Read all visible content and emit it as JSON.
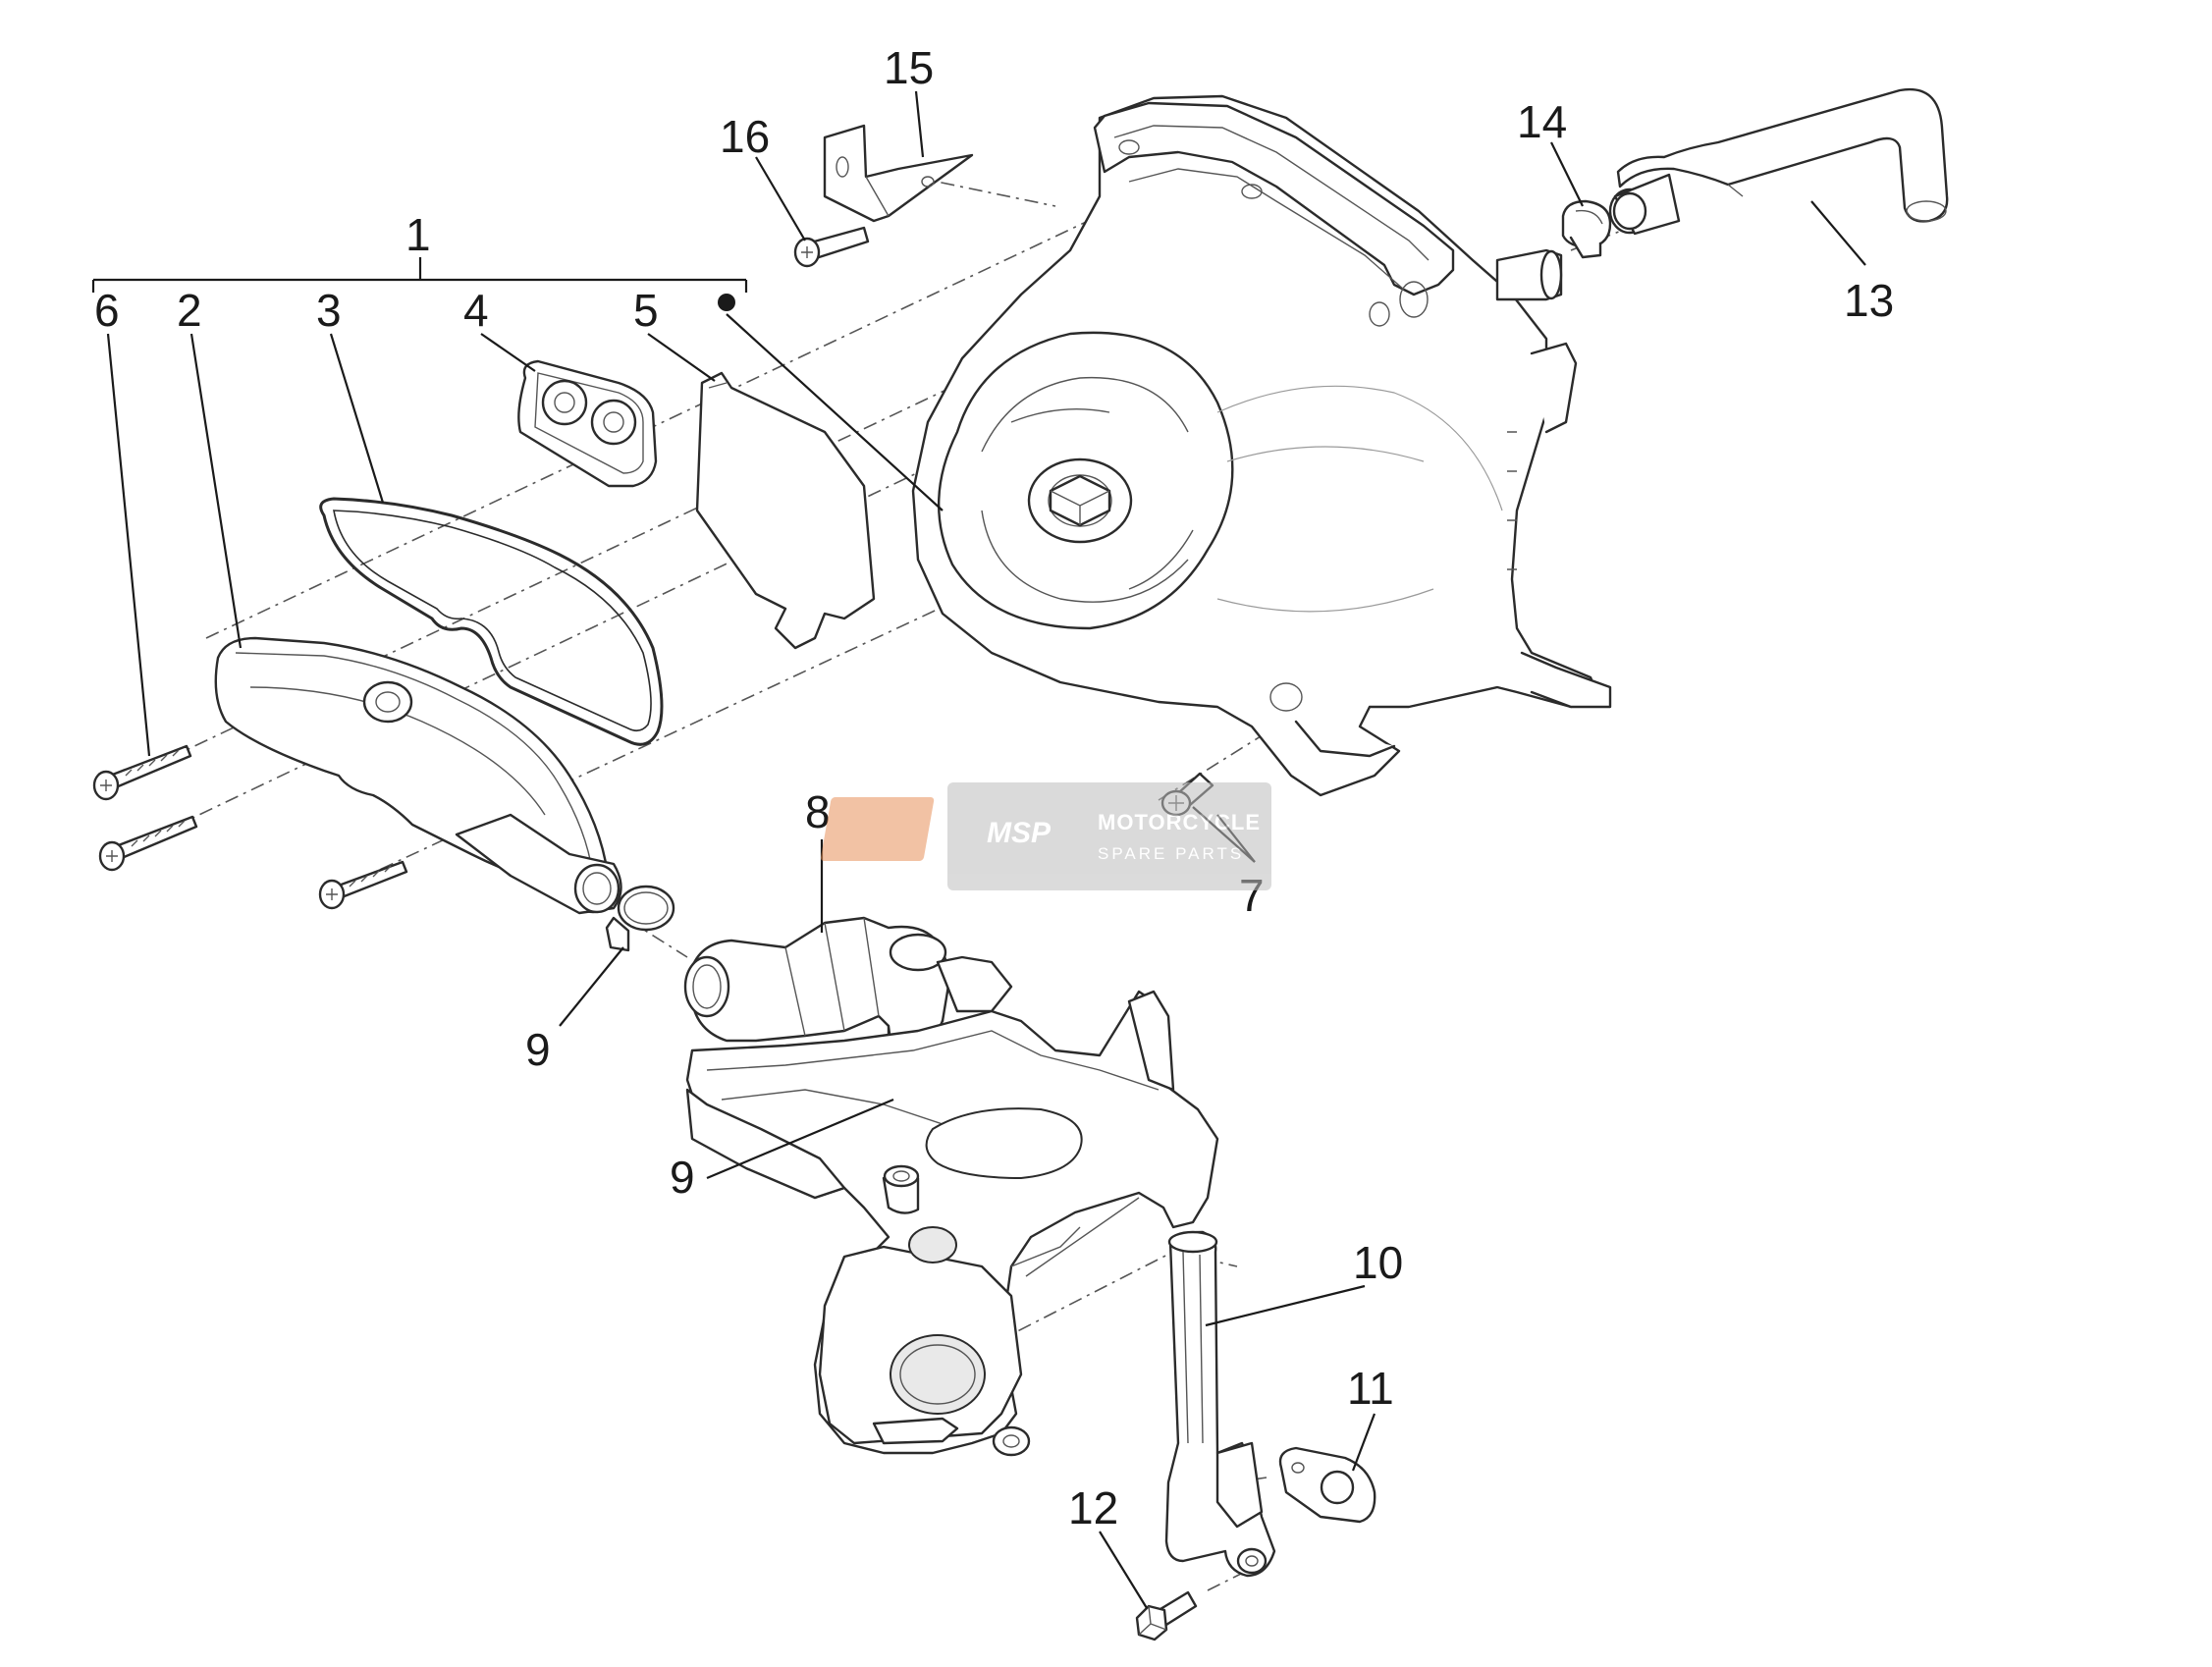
{
  "callouts": {
    "n1": "1",
    "n2": "2",
    "n3": "3",
    "n4": "4",
    "n5": "5",
    "n6": "6",
    "n7": "7",
    "n8": "8",
    "n9a": "9",
    "n9b": "9",
    "n10": "10",
    "n11": "11",
    "n12": "12",
    "n13": "13",
    "n14": "14",
    "n15": "15",
    "n16": "16"
  },
  "watermark": {
    "logo": "MSP",
    "line1": "MOTORCYCLE",
    "line2": "SPARE PARTS"
  },
  "colors": {
    "line": "#2b2b2b",
    "watermark_bg": "#d9d9d9",
    "watermark_accent": "#f0b27a"
  }
}
